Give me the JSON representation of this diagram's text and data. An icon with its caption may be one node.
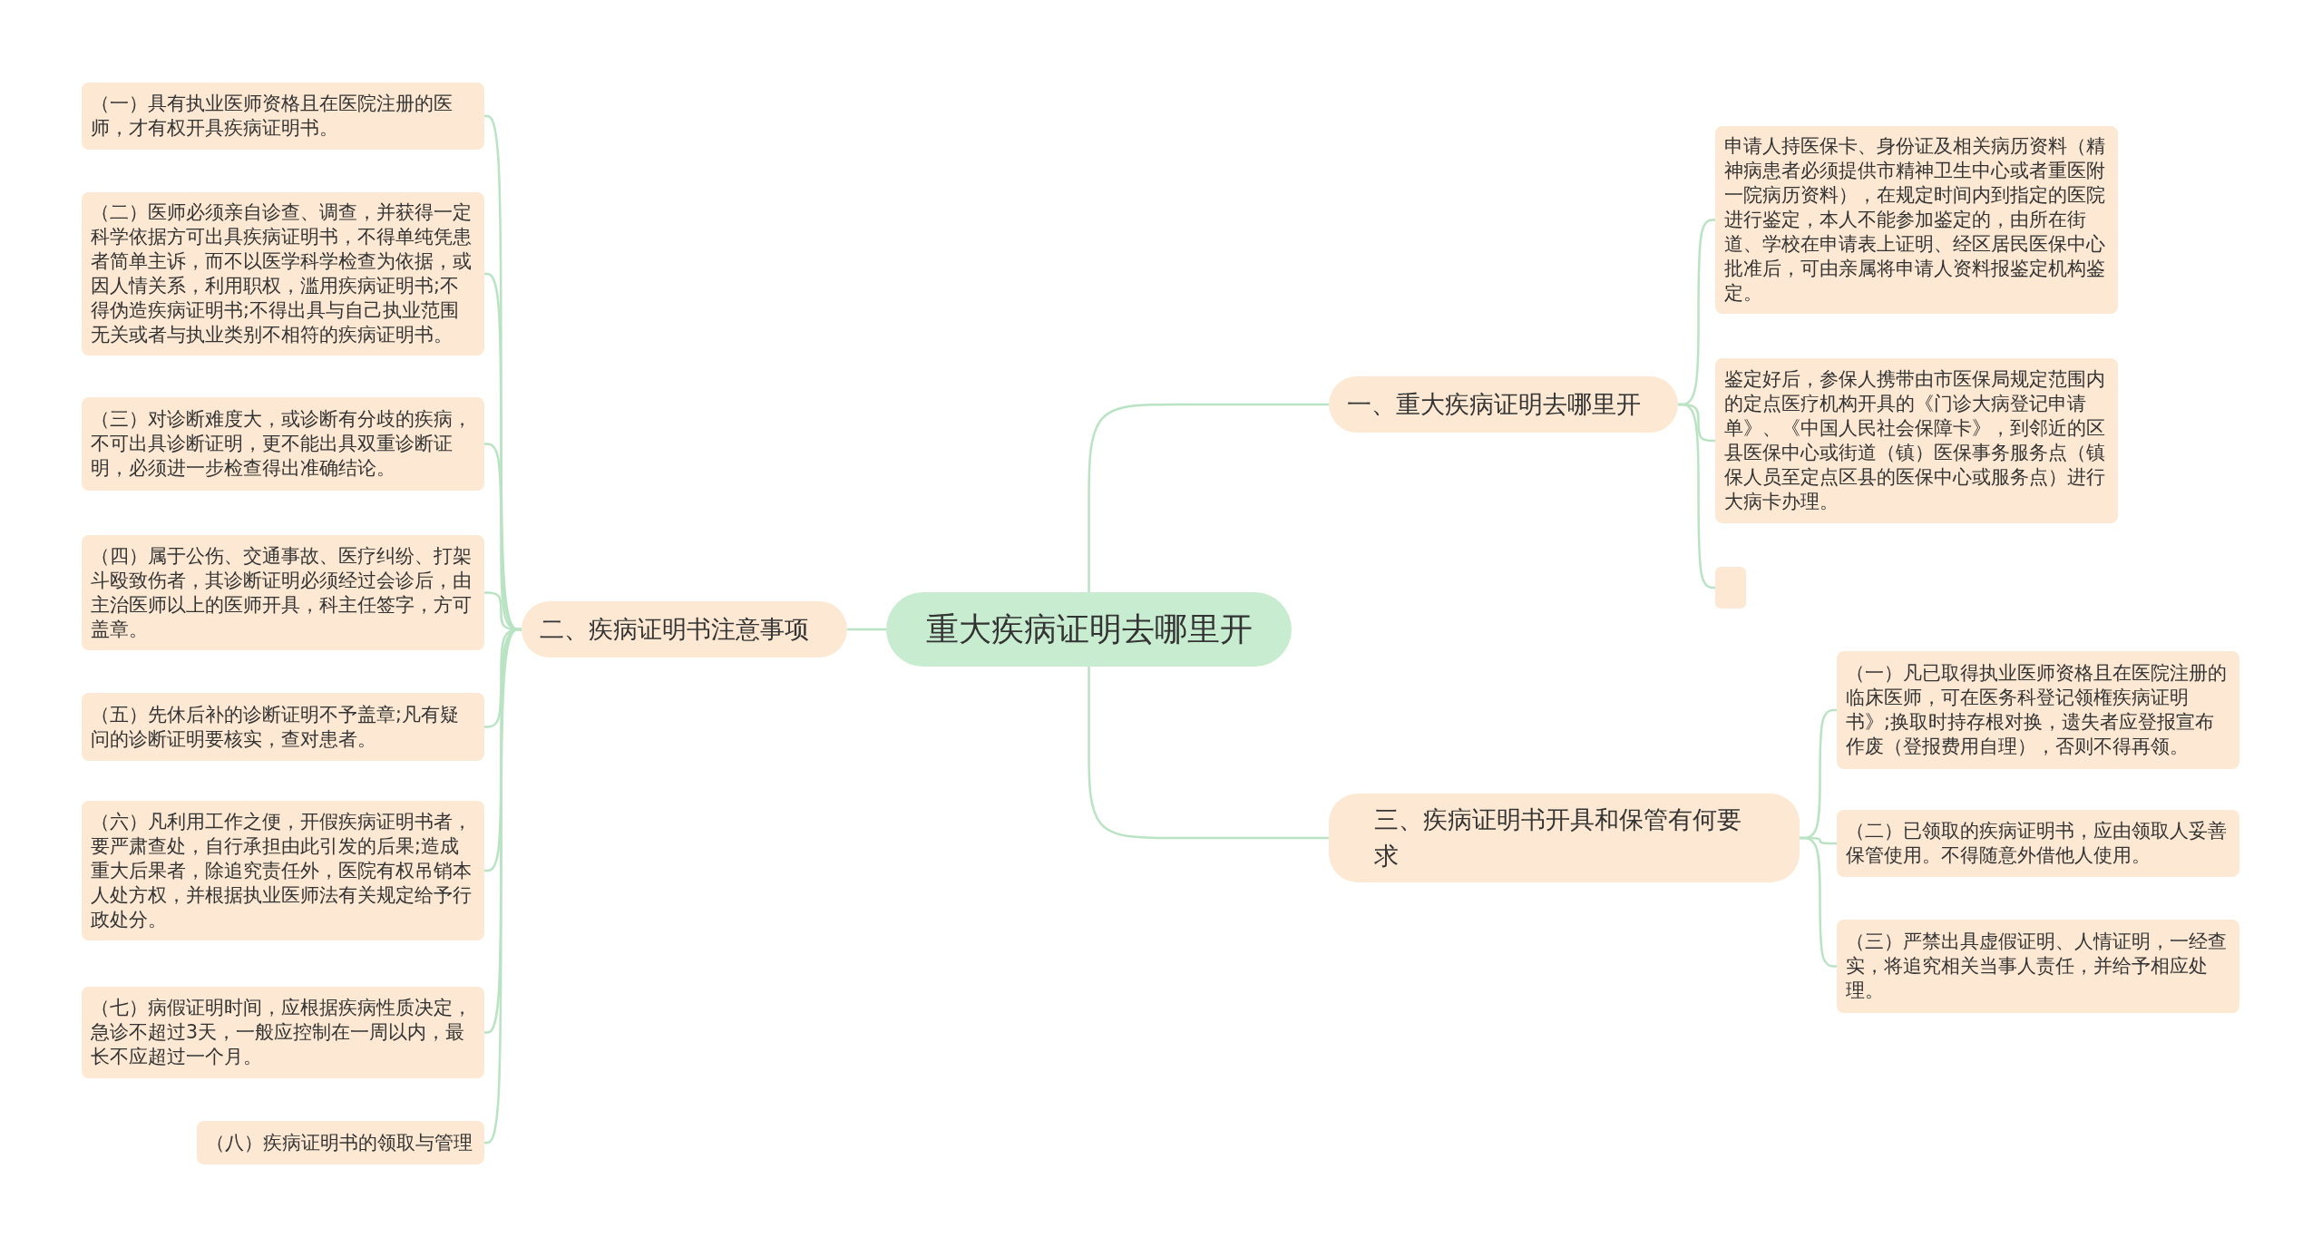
{
  "diagram": {
    "nodes": [
      {
        "text": [
          "重大疾病证明去哪里开"
        ]
      },
      {
        "text": [
          "一、重大疾病证明去哪里开"
        ]
      },
      {
        "text": [
          "申请人持医保卡、身份证及相关病历资料（精神病患者必须提供市精神卫生中心或者重医附一院病历资料），在规定时间内到指定的医院进行鉴定，本人不能参加鉴定的，由所在街道、学校在申请表上证明、经区居民医保中心批准后，可由亲属将申请人资料报鉴定机构鉴定。"
        ]
      },
      {
        "text": [
          "鉴定好后，参保人携带由市医保局规定范围内的定点医疗机构开具的《门诊大病登记申请单》、《中国人民社会保障卡》，到邻近的区县医保中心或街道（镇）医保事务服务点（镇保人员至定点区县的医保中心或服务点）进行大病卡办理。"
        ]
      },
      {
        "text": [],
        "shape": "box"
      },
      {
        "text": [
          "二、疾病证明书注意事项"
        ]
      },
      {
        "text": [
          "（一）具有执业医师资格且在医院注册的医师，才有权开具疾病证明书。"
        ]
      },
      {
        "text": [
          "（二）医师必须亲自诊查、调查，并获得一定科学依据方可出具疾病证明书，不得单纯凭患者简单主诉，而不以医学科学检查为依据，或因人情关系，利用职权，滥用疾病证明书;不得伪造疾病证明书;不得出具与自己执业范围无关或者与执业类别不相符的疾病证明书。"
        ]
      },
      {
        "text": [
          "（三）对诊断难度大，或诊断有分歧的疾病，不可出具诊断证明，更不能出具双重诊断证明，必须进一步检查得出准确结论。"
        ]
      },
      {
        "text": [
          "（四）属于公伤、交通事故、医疗纠纷、打架斗殴致伤者，其诊断证明必须经过会诊后，由主治医师以上的医师开具，科主任签字，方可盖章。"
        ]
      },
      {
        "text": [
          "（五）先休后补的诊断证明不予盖章;凡有疑问的诊断证明要核实，查对患者。"
        ]
      },
      {
        "text": [
          "（六）凡利用工作之便，开假疾病证明书者，要严肃查处，自行承担由此引发的后果;造成重大后果者，除追究责任外，医院有权吊销本人处方权，并根据执业医师法有关规定给予行政处分。"
        ]
      },
      {
        "text": [
          "（七）病假证明时间，应根据疾病性质决定，急诊不超过3天，一般应控制在一周以内，最长不应超过一个月。"
        ]
      },
      {
        "text": [
          "（八）疾病证明书的领取与管理"
        ]
      },
      {
        "text": [
          "三、疾病证明书开具和保管有何要求"
        ]
      },
      {
        "text": [
          "（一）凡已取得执业医师资格且在医院注册的临床医师，可在医务科登记领権疾病证明书》;换取时持存根对换，遗失者应登报宣布作废（登报费用自理），否则不得再领。"
        ]
      },
      {
        "text": [
          "（二）已领取的疾病证明书，应由领取人妥善保管使用。不得随意外借他人使用。"
        ]
      },
      {
        "text": [
          "（三）严禁出具虚假证明、人情证明，一经查实，将追究相关当事人责任，并给予相应处理。"
        ]
      }
    ],
    "edges": [
      {
        "from": 0,
        "to": 1,
        "arrow": "none"
      },
      {
        "from": 1,
        "to": 2,
        "arrow": "none"
      },
      {
        "from": 1,
        "to": 3,
        "arrow": "none"
      },
      {
        "from": 1,
        "to": 4,
        "arrow": "none"
      },
      {
        "from": 0,
        "to": 5,
        "arrow": "none"
      },
      {
        "from": 5,
        "to": 6,
        "arrow": "none"
      },
      {
        "from": 5,
        "to": 7,
        "arrow": "none"
      },
      {
        "from": 5,
        "to": 8,
        "arrow": "none"
      },
      {
        "from": 5,
        "to": 9,
        "arrow": "none"
      },
      {
        "from": 5,
        "to": 10,
        "arrow": "none"
      },
      {
        "from": 5,
        "to": 11,
        "arrow": "none"
      },
      {
        "from": 5,
        "to": 12,
        "arrow": "none"
      },
      {
        "from": 5,
        "to": 13,
        "arrow": "none"
      },
      {
        "from": 0,
        "to": 14,
        "arrow": "none"
      },
      {
        "from": 14,
        "to": 15,
        "arrow": "none"
      },
      {
        "from": 14,
        "to": 16,
        "arrow": "none"
      },
      {
        "from": 14,
        "to": 17,
        "arrow": "none"
      }
    ]
  }
}
